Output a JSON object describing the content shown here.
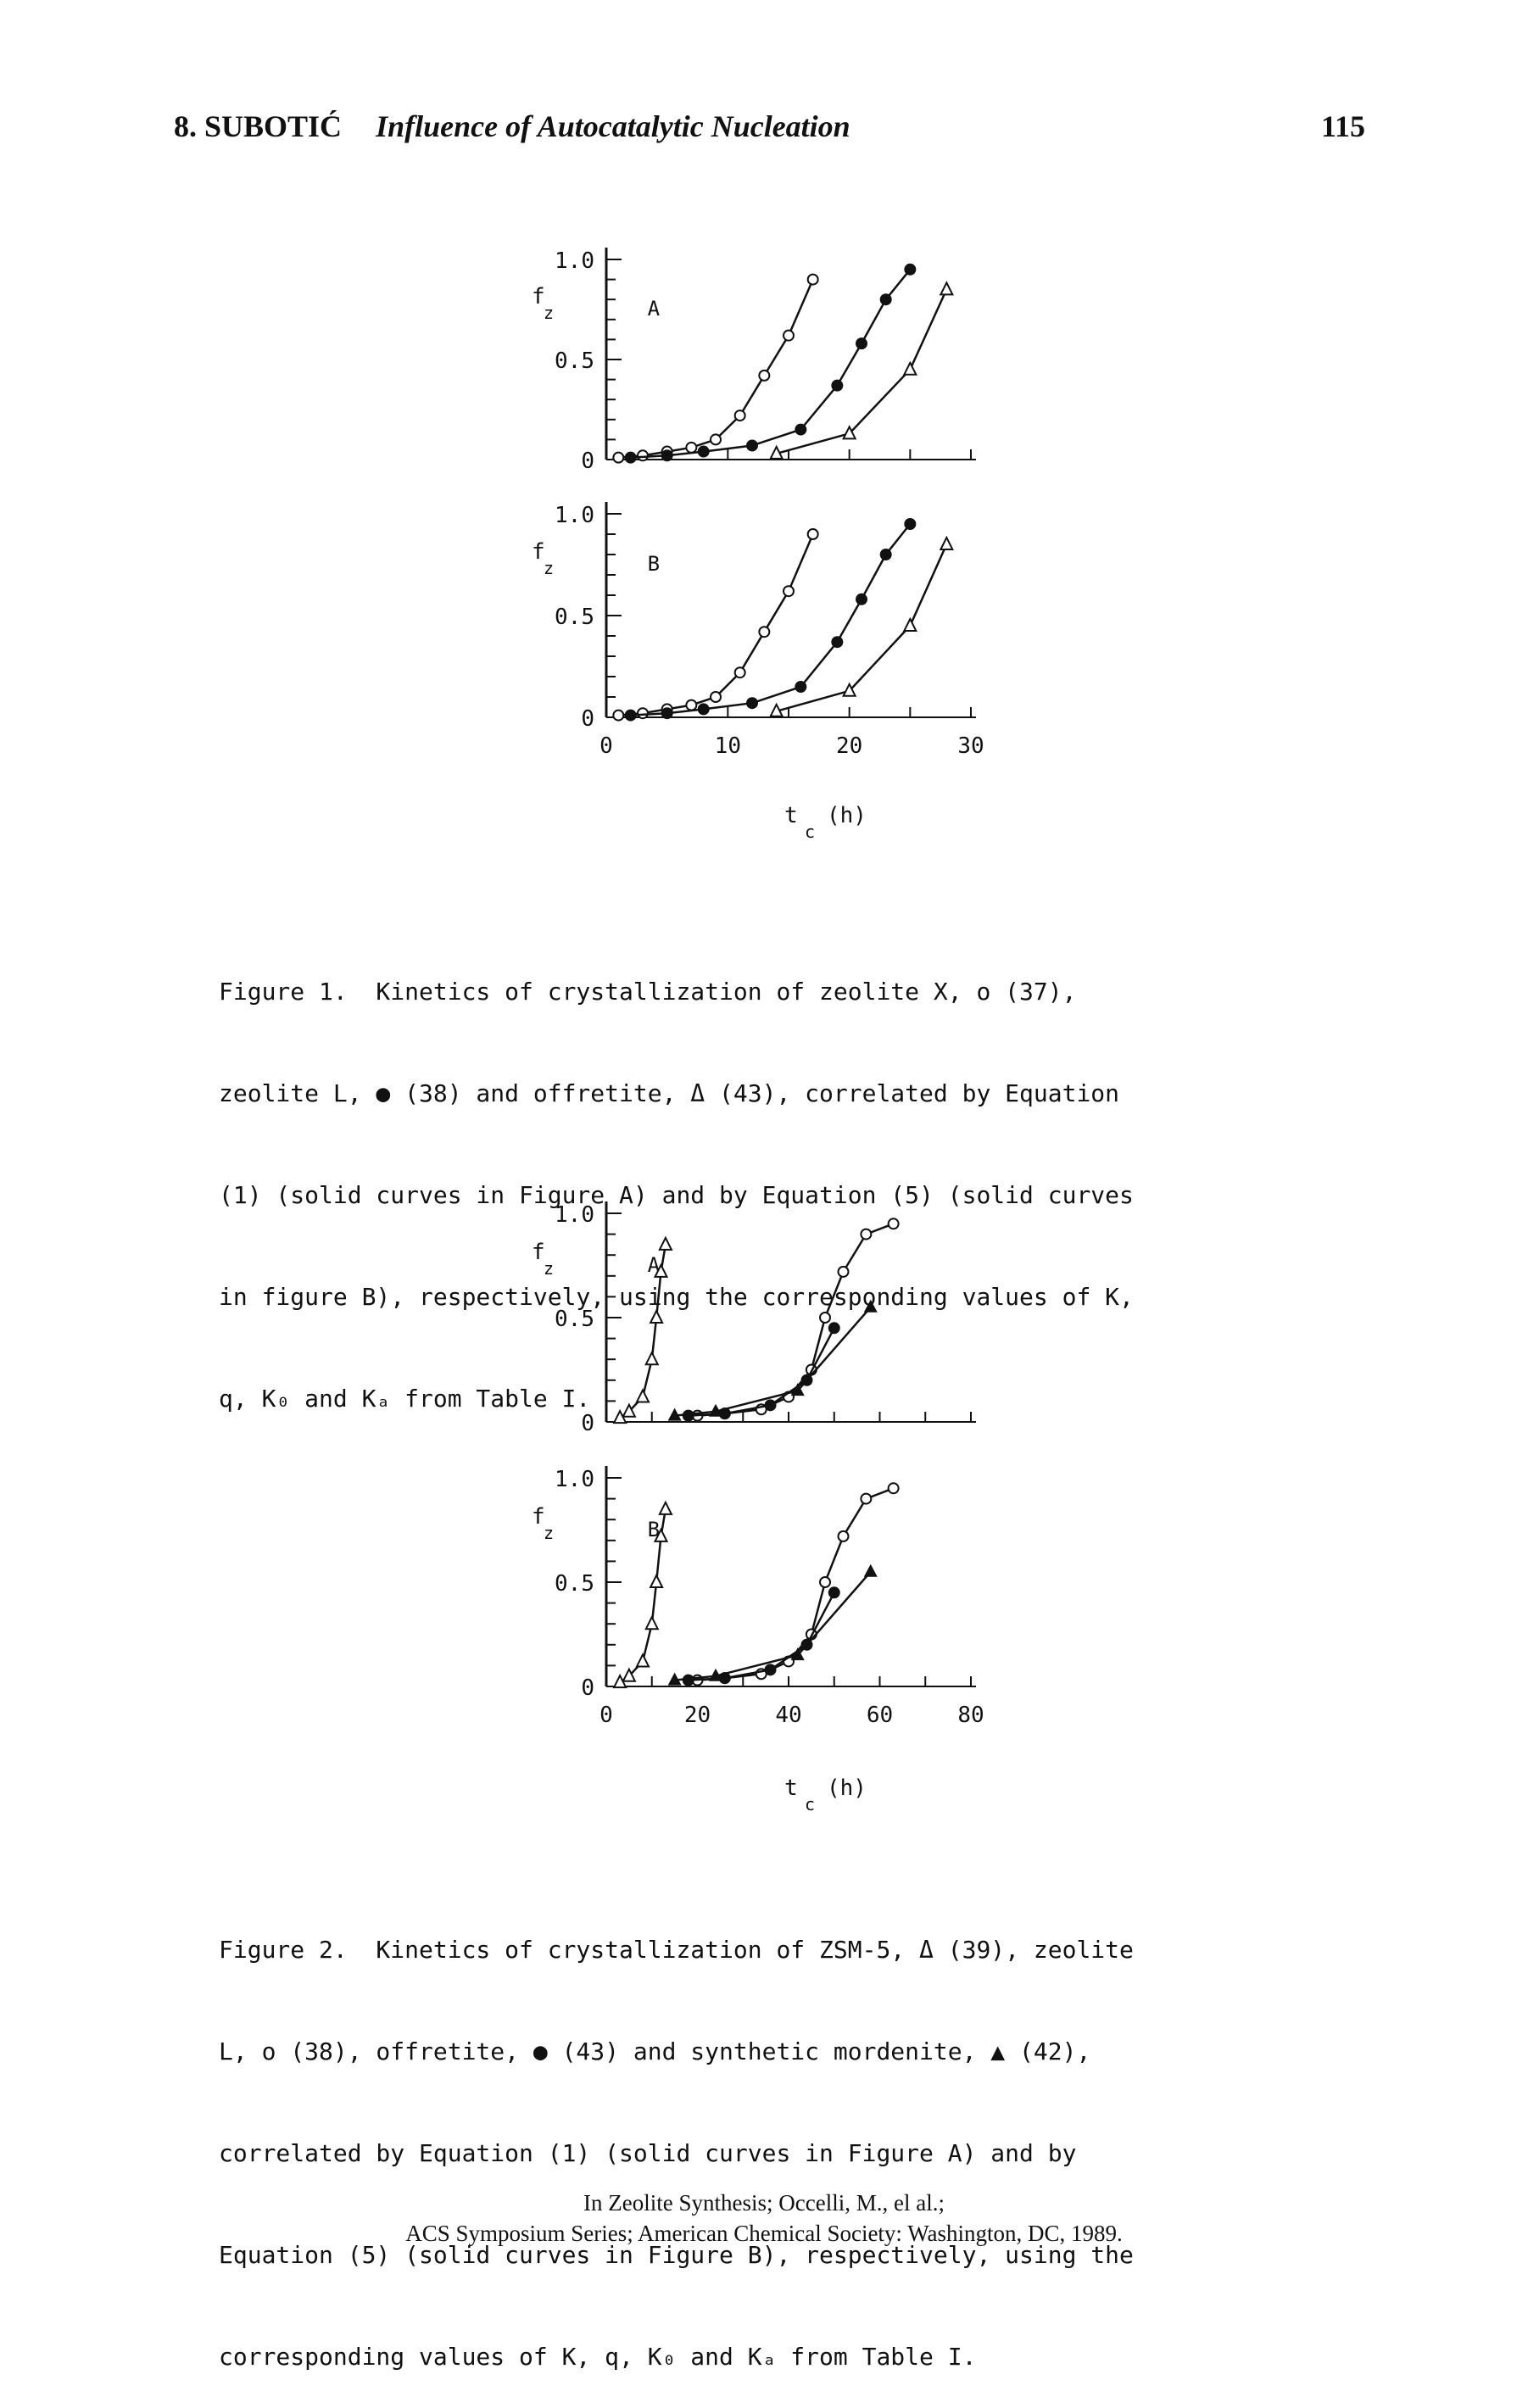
{
  "header": {
    "chapter": "8. SUBOTIĆ",
    "running_title": "Influence of Autocatalytic Nucleation",
    "page_number": "115"
  },
  "figure1": {
    "caption_lines": [
      "Figure 1.  Kinetics of crystallization of zeolite X, o (37),",
      "zeolite L, ● (38) and offretite, Δ (43), correlated by Equation",
      "(1) (solid curves in Figure A) and by Equation (5) (solid curves",
      "in figure B), respectively, using the corresponding values of K,",
      "q, K₀ and Kₐ from Table I."
    ]
  },
  "figure2": {
    "caption_lines": [
      "Figure 2.  Kinetics of crystallization of ZSM-5, Δ (39), zeolite",
      "L, o (38), offretite, ● (43) and synthetic mordenite, ▲ (42),",
      "correlated by Equation (1) (solid curves in Figure A) and by",
      "Equation (5) (solid curves in Figure B), respectively, using the",
      "corresponding values of K, q, K₀ and Kₐ from Table I."
    ]
  },
  "footer": {
    "line1": "In Zeolite Synthesis; Occelli, M., el al.;",
    "line2": "ACS Symposium Series; American Chemical Society: Washington, DC, 1989."
  },
  "chart_data": [
    {
      "type": "scatter",
      "panel": "Figure 1 A",
      "panel_label": "A",
      "ylabel": "f_z",
      "xlabel": "t_c (h)",
      "xlim": [
        0,
        30
      ],
      "ylim": [
        0,
        1.0
      ],
      "x_ticks": [
        "0",
        "10",
        "20",
        "30"
      ],
      "y_ticks": [
        "0",
        "0.5",
        "1.0"
      ],
      "series": [
        {
          "marker": "open-circle",
          "x": [
            1,
            3,
            5,
            7,
            9,
            11,
            13,
            15,
            17
          ],
          "y": [
            0.01,
            0.02,
            0.04,
            0.06,
            0.1,
            0.22,
            0.42,
            0.62,
            0.9
          ]
        },
        {
          "marker": "filled-circle",
          "x": [
            2,
            5,
            8,
            12,
            16,
            19,
            21,
            23,
            25
          ],
          "y": [
            0.01,
            0.02,
            0.04,
            0.07,
            0.15,
            0.37,
            0.58,
            0.8,
            0.95
          ]
        },
        {
          "marker": "open-triangle",
          "x": [
            14,
            20,
            25,
            28
          ],
          "y": [
            0.03,
            0.13,
            0.45,
            0.85
          ]
        }
      ]
    },
    {
      "type": "scatter",
      "panel": "Figure 1 B",
      "panel_label": "B",
      "ylabel": "f_z",
      "xlabel": "t_c (h)",
      "xlim": [
        0,
        30
      ],
      "ylim": [
        0,
        1.0
      ],
      "x_ticks": [
        "0",
        "10",
        "20",
        "30"
      ],
      "y_ticks": [
        "0",
        "0.5",
        "1.0"
      ],
      "series": [
        {
          "marker": "open-circle",
          "x": [
            1,
            3,
            5,
            7,
            9,
            11,
            13,
            15,
            17
          ],
          "y": [
            0.01,
            0.02,
            0.04,
            0.06,
            0.1,
            0.22,
            0.42,
            0.62,
            0.9
          ]
        },
        {
          "marker": "filled-circle",
          "x": [
            2,
            5,
            8,
            12,
            16,
            19,
            21,
            23,
            25
          ],
          "y": [
            0.01,
            0.02,
            0.04,
            0.07,
            0.15,
            0.37,
            0.58,
            0.8,
            0.95
          ]
        },
        {
          "marker": "open-triangle",
          "x": [
            14,
            20,
            25,
            28
          ],
          "y": [
            0.03,
            0.13,
            0.45,
            0.85
          ]
        }
      ]
    },
    {
      "type": "scatter",
      "panel": "Figure 2 A",
      "panel_label": "A",
      "ylabel": "f_z",
      "xlabel": "t_c (h)",
      "xlim": [
        0,
        80
      ],
      "ylim": [
        0,
        1.0
      ],
      "x_ticks": [
        "0",
        "20",
        "40",
        "60",
        "80"
      ],
      "y_ticks": [
        "0",
        "0.5",
        "1.0"
      ],
      "series": [
        {
          "marker": "open-triangle",
          "x": [
            3,
            5,
            8,
            10,
            11,
            12,
            13
          ],
          "y": [
            0.02,
            0.05,
            0.12,
            0.3,
            0.5,
            0.72,
            0.85
          ]
        },
        {
          "marker": "open-circle",
          "x": [
            20,
            26,
            34,
            40,
            45,
            48,
            52,
            57,
            63
          ],
          "y": [
            0.03,
            0.04,
            0.06,
            0.12,
            0.25,
            0.5,
            0.72,
            0.9,
            0.95
          ]
        },
        {
          "marker": "filled-circle",
          "x": [
            18,
            26,
            36,
            44,
            50
          ],
          "y": [
            0.03,
            0.04,
            0.08,
            0.2,
            0.45
          ]
        },
        {
          "marker": "filled-triangle",
          "x": [
            15,
            24,
            42,
            58
          ],
          "y": [
            0.03,
            0.05,
            0.15,
            0.55
          ]
        }
      ]
    },
    {
      "type": "scatter",
      "panel": "Figure 2 B",
      "panel_label": "B",
      "ylabel": "f_z",
      "xlabel": "t_c (h)",
      "xlim": [
        0,
        80
      ],
      "ylim": [
        0,
        1.0
      ],
      "x_ticks": [
        "0",
        "20",
        "40",
        "60",
        "80"
      ],
      "y_ticks": [
        "0",
        "0.5",
        "1.0"
      ],
      "series": [
        {
          "marker": "open-triangle",
          "x": [
            3,
            5,
            8,
            10,
            11,
            12,
            13
          ],
          "y": [
            0.02,
            0.05,
            0.12,
            0.3,
            0.5,
            0.72,
            0.85
          ]
        },
        {
          "marker": "open-circle",
          "x": [
            20,
            26,
            34,
            40,
            45,
            48,
            52,
            57,
            63
          ],
          "y": [
            0.03,
            0.04,
            0.06,
            0.12,
            0.25,
            0.5,
            0.72,
            0.9,
            0.95
          ]
        },
        {
          "marker": "filled-circle",
          "x": [
            18,
            26,
            36,
            44,
            50
          ],
          "y": [
            0.03,
            0.04,
            0.08,
            0.2,
            0.45
          ]
        },
        {
          "marker": "filled-triangle",
          "x": [
            15,
            24,
            42,
            58
          ],
          "y": [
            0.03,
            0.05,
            0.15,
            0.55
          ]
        }
      ]
    }
  ]
}
